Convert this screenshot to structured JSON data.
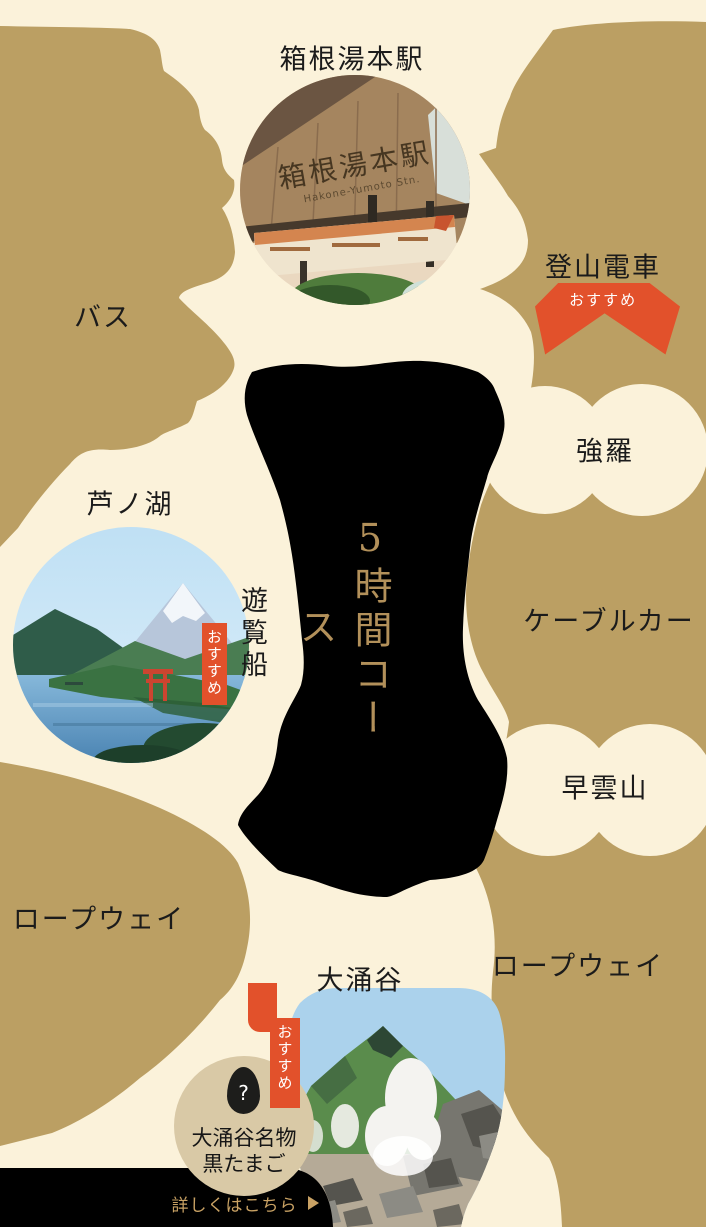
{
  "course": {
    "number": "5",
    "label": "時間コース"
  },
  "spots": {
    "hakone_yumoto": "箱根湯本駅",
    "gora": "強羅",
    "ashinoko": "芦ノ湖",
    "sounzan": "早雲山",
    "owakudani": "大涌谷"
  },
  "transports": {
    "bus": "バス",
    "tozan_train": "登山電車",
    "cable_car": "ケーブルカー",
    "ropeway_left": "ロープウェイ",
    "ropeway_right": "ロープウェイ",
    "cruise_boat": "遊覧船"
  },
  "badges": {
    "tozan_train": "おすすめ",
    "cruise_boat": "おすすめ",
    "owakudani": "おすすめ"
  },
  "egg_info": {
    "icon": "question-mark",
    "icon_glyph": "?",
    "line1": "大涌谷名物",
    "line2": "黒たまご"
  },
  "cta": {
    "label": "詳しくはこちら",
    "arrow_icon": "right-triangle"
  },
  "station_photo_sign": {
    "line1": "箱根湯本駅",
    "line2": "Hakone-Yumoto Stn."
  },
  "colors": {
    "tan": "#bb9f63",
    "cream": "#fbf2da",
    "black": "#000000",
    "orange": "#e2512b",
    "gold": "#b2905a",
    "cta_gold": "#c9a264",
    "egg_circle": "#d9c9a6"
  }
}
